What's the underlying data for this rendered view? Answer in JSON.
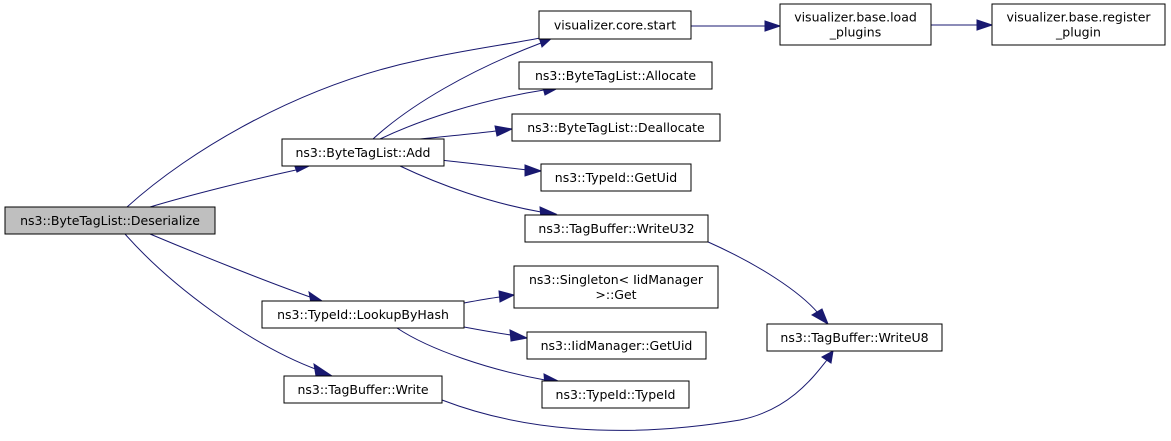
{
  "diagram": {
    "colors": {
      "node_fill": "#ffffff",
      "root_fill": "#bfbfbf",
      "node_border": "#000000",
      "edge": "#191970"
    },
    "nodes": [
      {
        "id": "deserialize",
        "lines": [
          "ns3::ByteTagList::Deserialize"
        ],
        "root": true
      },
      {
        "id": "add",
        "lines": [
          "ns3::ByteTagList::Add"
        ]
      },
      {
        "id": "lookupbyhash",
        "lines": [
          "ns3::TypeId::LookupByHash"
        ]
      },
      {
        "id": "tagbuffer-write",
        "lines": [
          "ns3::TagBuffer::Write"
        ]
      },
      {
        "id": "core-start",
        "lines": [
          "visualizer.core.start"
        ]
      },
      {
        "id": "allocate",
        "lines": [
          "ns3::ByteTagList::Allocate"
        ]
      },
      {
        "id": "deallocate",
        "lines": [
          "ns3::ByteTagList::Deallocate"
        ]
      },
      {
        "id": "typeid-getuid",
        "lines": [
          "ns3::TypeId::GetUid"
        ]
      },
      {
        "id": "writeu32",
        "lines": [
          "ns3::TagBuffer::WriteU32"
        ]
      },
      {
        "id": "singleton-get",
        "lines": [
          "ns3::Singleton< IidManager",
          ">::Get"
        ]
      },
      {
        "id": "iidmanager-getuid",
        "lines": [
          "ns3::IidManager::GetUid"
        ]
      },
      {
        "id": "typeid-typeid",
        "lines": [
          "ns3::TypeId::TypeId"
        ]
      },
      {
        "id": "load-plugins",
        "lines": [
          "visualizer.base.load",
          "_plugins"
        ]
      },
      {
        "id": "writeu8",
        "lines": [
          "ns3::TagBuffer::WriteU8"
        ]
      },
      {
        "id": "register-plugin",
        "lines": [
          "visualizer.base.register",
          "_plugin"
        ]
      }
    ],
    "edges": [
      {
        "from": "deserialize",
        "to": "core-start"
      },
      {
        "from": "deserialize",
        "to": "add"
      },
      {
        "from": "deserialize",
        "to": "lookupbyhash"
      },
      {
        "from": "deserialize",
        "to": "tagbuffer-write"
      },
      {
        "from": "add",
        "to": "core-start"
      },
      {
        "from": "add",
        "to": "allocate"
      },
      {
        "from": "add",
        "to": "deallocate"
      },
      {
        "from": "add",
        "to": "typeid-getuid"
      },
      {
        "from": "add",
        "to": "writeu32"
      },
      {
        "from": "lookupbyhash",
        "to": "singleton-get"
      },
      {
        "from": "lookupbyhash",
        "to": "iidmanager-getuid"
      },
      {
        "from": "lookupbyhash",
        "to": "typeid-typeid"
      },
      {
        "from": "tagbuffer-write",
        "to": "writeu8"
      },
      {
        "from": "core-start",
        "to": "load-plugins"
      },
      {
        "from": "load-plugins",
        "to": "register-plugin"
      },
      {
        "from": "writeu32",
        "to": "writeu8"
      }
    ]
  }
}
